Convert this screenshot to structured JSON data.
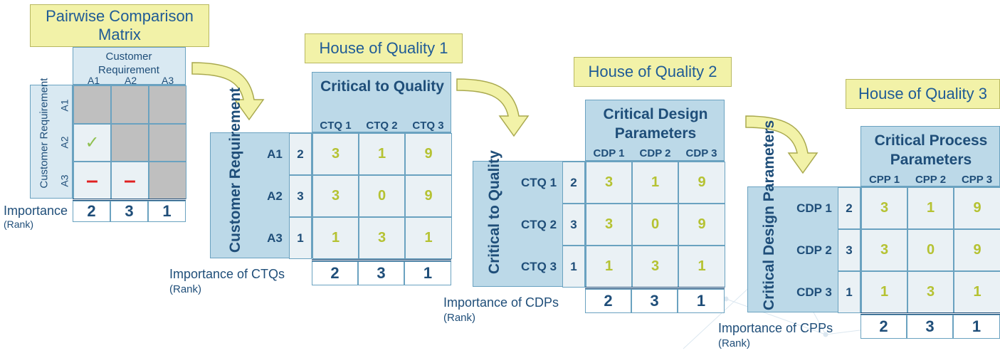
{
  "pairwise": {
    "title": "Pairwise Comparison Matrix",
    "col_header": "Customer Requirement",
    "row_header": "Customer Requirement",
    "cols": [
      "A1",
      "A2",
      "A3"
    ],
    "rows": [
      "A1",
      "A2",
      "A3"
    ],
    "check": "✓",
    "dash": "–",
    "importance_label": "Importance",
    "rank_label": "(Rank)",
    "importance": [
      "2",
      "3",
      "1"
    ]
  },
  "hoq1": {
    "title": "House of Quality 1",
    "col_header": "Critical to Quality",
    "row_header": "Customer Requirement",
    "cols": [
      "CTQ 1",
      "CTQ 2",
      "CTQ 3"
    ],
    "rows": [
      "A1",
      "A2",
      "A3"
    ],
    "row_ranks": [
      "2",
      "3",
      "1"
    ],
    "matrix": [
      [
        "3",
        "1",
        "9"
      ],
      [
        "3",
        "0",
        "9"
      ],
      [
        "1",
        "3",
        "1"
      ]
    ],
    "importance": [
      "2",
      "3",
      "1"
    ],
    "importance_label": "Importance of CTQs",
    "rank_label": "(Rank)"
  },
  "hoq2": {
    "title": "House of Quality 2",
    "col_header": "Critical Design Parameters",
    "row_header": "Critical to Quality",
    "cols": [
      "CDP 1",
      "CDP 2",
      "CDP 3"
    ],
    "rows": [
      "CTQ 1",
      "CTQ 2",
      "CTQ 3"
    ],
    "row_ranks": [
      "2",
      "3",
      "1"
    ],
    "matrix": [
      [
        "3",
        "1",
        "9"
      ],
      [
        "3",
        "0",
        "9"
      ],
      [
        "1",
        "3",
        "1"
      ]
    ],
    "importance": [
      "2",
      "3",
      "1"
    ],
    "importance_label": "Importance of CDPs",
    "rank_label": "(Rank)"
  },
  "hoq3": {
    "title": "House of Quality 3",
    "col_header": "Critical Process Parameters",
    "row_header": "Critical Design Parameters",
    "cols": [
      "CPP 1",
      "CPP 2",
      "CPP 3"
    ],
    "rows": [
      "CDP 1",
      "CDP 2",
      "CDP 3"
    ],
    "row_ranks": [
      "2",
      "3",
      "1"
    ],
    "matrix": [
      [
        "3",
        "1",
        "9"
      ],
      [
        "3",
        "0",
        "9"
      ],
      [
        "1",
        "3",
        "1"
      ]
    ],
    "importance": [
      "2",
      "3",
      "1"
    ],
    "importance_label": "Importance of CPPs",
    "rank_label": "(Rank)"
  },
  "colors": {
    "title_fill": "#f2f2a8",
    "header_fill": "#bcd9e8",
    "value": "#b5c232",
    "text": "#1f4e79",
    "arrow": "#f2f2a8"
  }
}
